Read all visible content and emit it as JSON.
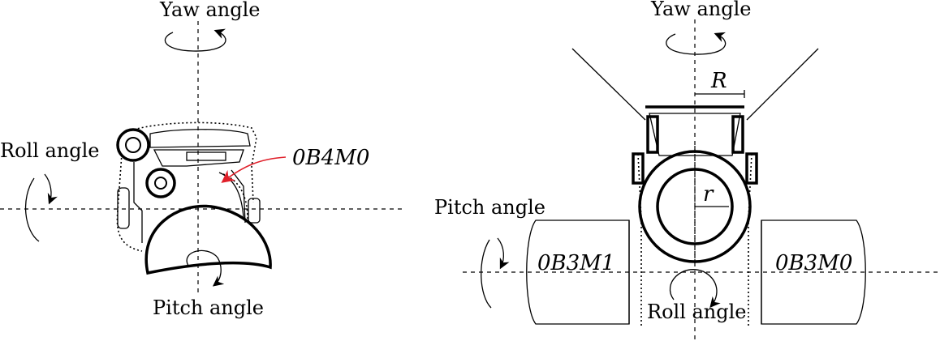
{
  "left_figure": {
    "yaw_label": "Yaw angle",
    "roll_label": "Roll angle",
    "pitch_label": "Pitch angle",
    "part_label": "0B4M0",
    "pointer_color": "#e0202a"
  },
  "right_figure": {
    "yaw_label": "Yaw angle",
    "pitch_label": "Pitch angle",
    "roll_label": "Roll angle",
    "left_motor_label": "0B3M1",
    "right_motor_label": "0B3M0",
    "outer_radius_label": "R",
    "inner_radius_label": "r"
  }
}
